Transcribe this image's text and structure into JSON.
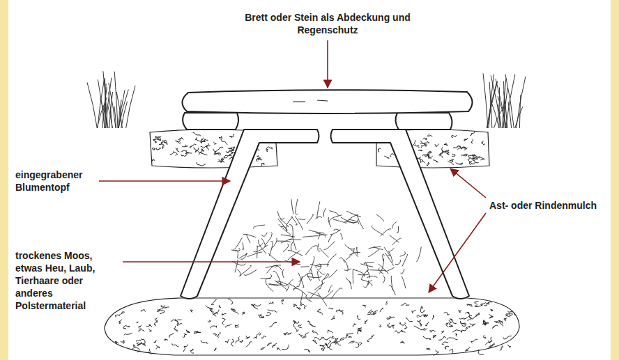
{
  "diagram": {
    "labels": [
      "Brett oder Stein als Abdeckung und Regenschutz",
      "eingegrabener Blumentopf",
      "Ast- oder Rindenmulch",
      "trockenes Moos, etwas Heu, Laub, Tierhaare oder anderes Polstermaterial"
    ]
  }
}
